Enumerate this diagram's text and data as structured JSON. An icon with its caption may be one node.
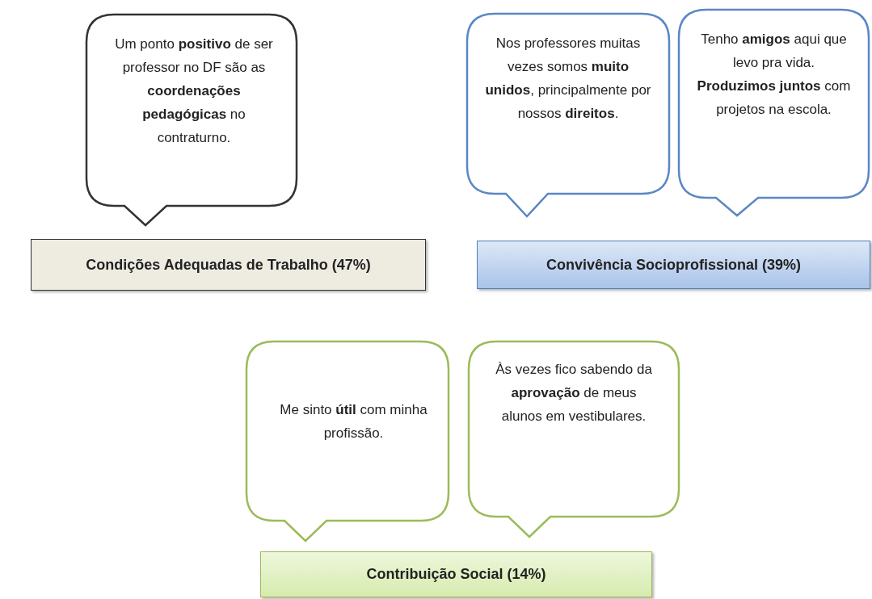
{
  "diagram": {
    "nodes": [
      {
        "text": [
          "Um ponto **positivo** de ser professor no DF são as **coordenações pedagógicas** no contraturno."
        ]
      },
      {
        "text": [
          "Condições Adequadas de Trabalho (47%)"
        ]
      },
      {
        "text": [
          "Nos professores muitas vezes somos **muito unidos**, principalmente por nossos **direitos**."
        ]
      },
      {
        "text": [
          "Tenho **amigos** aqui que levo pra vida. **Produzimos juntos** com projetos na escola."
        ]
      },
      {
        "text": [
          "Convivência Socioprofissional (39%)"
        ]
      },
      {
        "text": [
          "Me sinto **útil** com minha profissão."
        ]
      },
      {
        "text": [
          "Às vezes fico sabendo da **aprovação** de meus alunos em vestibulares."
        ]
      },
      {
        "text": [
          "Contribuição Social (14%)"
        ]
      }
    ]
  }
}
